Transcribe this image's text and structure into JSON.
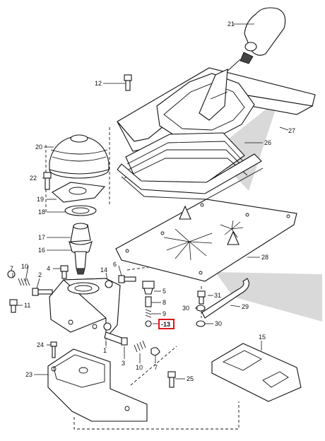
{
  "diagram": {
    "callouts": {
      "c1": "1",
      "c2": "2",
      "c3": "3",
      "c4": "4",
      "c5": "5",
      "c6": "6",
      "c7": "7",
      "c8": "8",
      "c9": "9",
      "c10a": "10",
      "c10b": "10",
      "c11": "11",
      "c12": "12",
      "c14": "14",
      "c15": "15",
      "c16": "16",
      "c17": "17",
      "c18": "18",
      "c19": "19",
      "c20": "20",
      "c21": "21",
      "c22": "22",
      "c23": "23",
      "c24": "24",
      "c25": "25",
      "c26": "26",
      "c27": "27",
      "c28": "28",
      "c29": "29",
      "c30a": "30",
      "c30b": "30",
      "c31": "31"
    },
    "highlighted_callout": "-13",
    "highlight_color": "#e0161b"
  }
}
